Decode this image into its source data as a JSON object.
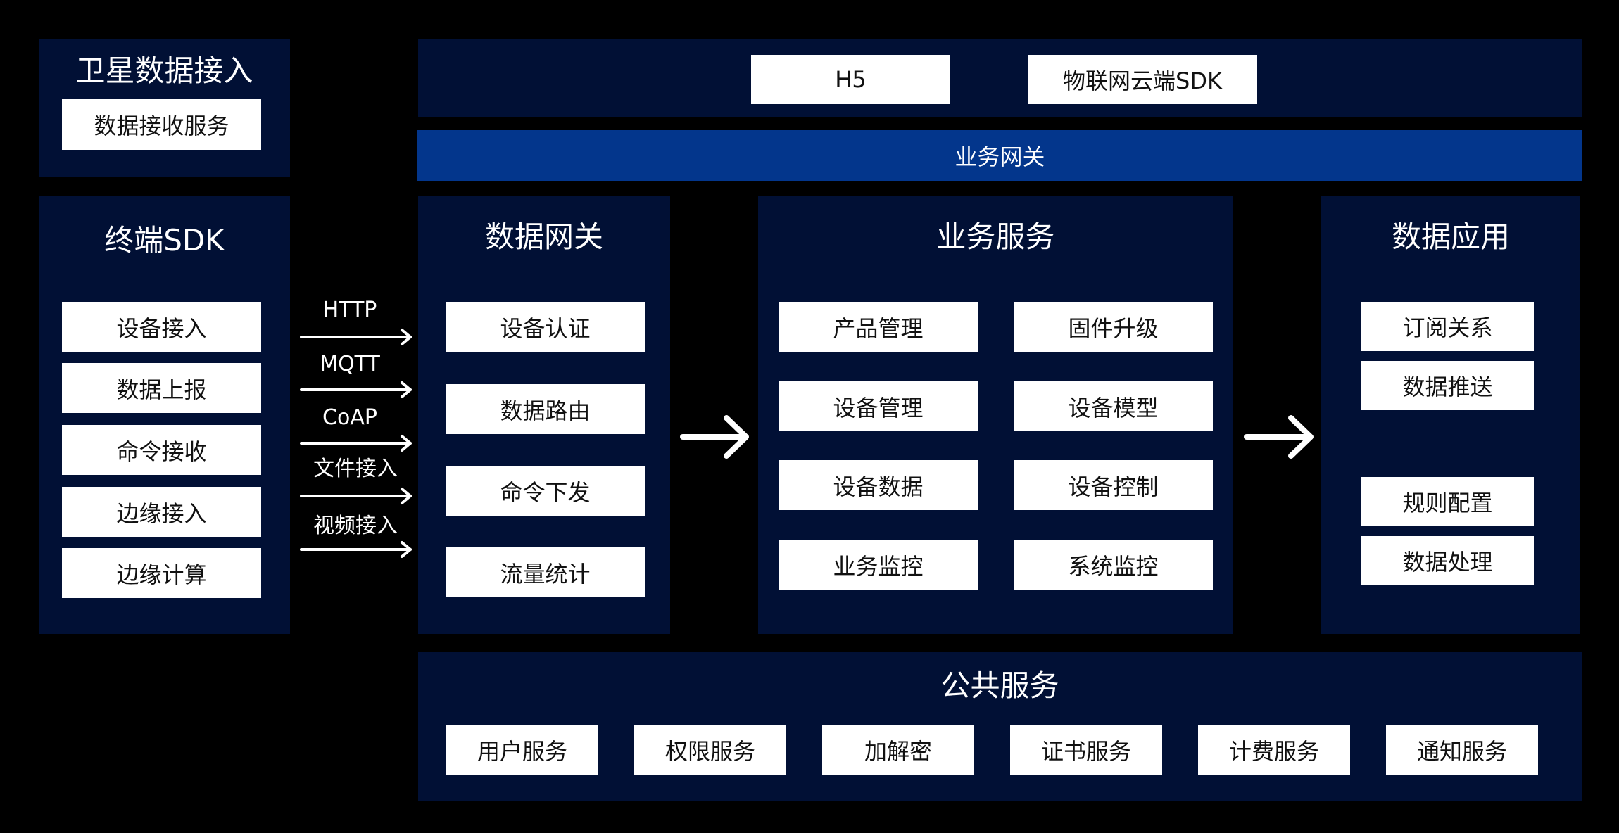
{
  "satellite": {
    "title": "卫星数据接入",
    "items": [
      "数据接收服务"
    ]
  },
  "top_bar": {
    "items": [
      "H5",
      "物联网云端SDK"
    ]
  },
  "business_gateway": "业务网关",
  "terminal_sdk": {
    "title": "终端SDK",
    "items": [
      "设备接入",
      "数据上报",
      "命令接收",
      "边缘接入",
      "边缘计算"
    ]
  },
  "protocols": [
    "HTTP",
    "MQTT",
    "CoAP",
    "文件接入",
    "视频接入"
  ],
  "data_gateway": {
    "title": "数据网关",
    "items": [
      "设备认证",
      "数据路由",
      "命令下发",
      "流量统计"
    ]
  },
  "business_service": {
    "title": "业务服务",
    "left_items": [
      "产品管理",
      "设备管理",
      "设备数据",
      "业务监控"
    ],
    "right_items": [
      "固件升级",
      "设备模型",
      "设备控制",
      "系统监控"
    ]
  },
  "data_application": {
    "title": "数据应用",
    "items": [
      "订阅关系",
      "数据推送",
      "规则配置",
      "数据处理"
    ]
  },
  "public_service": {
    "title": "公共服务",
    "items": [
      "用户服务",
      "权限服务",
      "加解密",
      "证书服务",
      "计费服务",
      "通知服务"
    ]
  },
  "colors": {
    "panel": "#011035",
    "gateway": "#03368c",
    "box": "#ffffff",
    "background": "#000000"
  }
}
